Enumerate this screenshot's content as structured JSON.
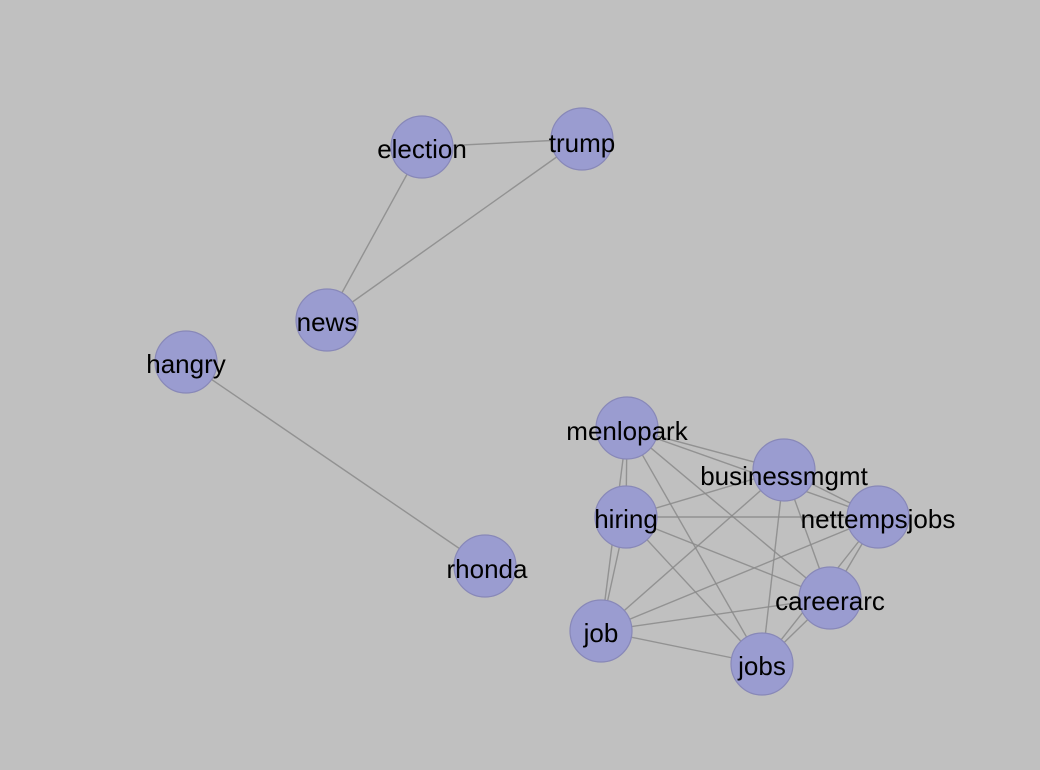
{
  "graph": {
    "type": "network",
    "style": {
      "background": "#c0c0c0",
      "node_fill": "#9a9cd0",
      "edge_color": "#8a8a8a"
    },
    "nodes": [
      {
        "id": "election",
        "label": "election"
      },
      {
        "id": "trump",
        "label": "trump"
      },
      {
        "id": "news",
        "label": "news"
      },
      {
        "id": "hangry",
        "label": "hangry"
      },
      {
        "id": "rhonda",
        "label": "rhonda"
      },
      {
        "id": "menlopark",
        "label": "menlopark"
      },
      {
        "id": "businessmgmt",
        "label": "businessmgmt"
      },
      {
        "id": "hiring",
        "label": "hiring"
      },
      {
        "id": "nettempsjobs",
        "label": "nettempsjobs"
      },
      {
        "id": "careerarc",
        "label": "careerarc"
      },
      {
        "id": "job",
        "label": "job"
      },
      {
        "id": "jobs",
        "label": "jobs"
      }
    ],
    "edges": [
      [
        "election",
        "trump"
      ],
      [
        "election",
        "news"
      ],
      [
        "trump",
        "news"
      ],
      [
        "hangry",
        "rhonda"
      ],
      [
        "menlopark",
        "businessmgmt"
      ],
      [
        "menlopark",
        "hiring"
      ],
      [
        "menlopark",
        "nettempsjobs"
      ],
      [
        "menlopark",
        "careerarc"
      ],
      [
        "menlopark",
        "job"
      ],
      [
        "menlopark",
        "jobs"
      ],
      [
        "businessmgmt",
        "hiring"
      ],
      [
        "businessmgmt",
        "nettempsjobs"
      ],
      [
        "businessmgmt",
        "careerarc"
      ],
      [
        "businessmgmt",
        "job"
      ],
      [
        "businessmgmt",
        "jobs"
      ],
      [
        "hiring",
        "nettempsjobs"
      ],
      [
        "hiring",
        "careerarc"
      ],
      [
        "hiring",
        "job"
      ],
      [
        "hiring",
        "jobs"
      ],
      [
        "nettempsjobs",
        "careerarc"
      ],
      [
        "nettempsjobs",
        "job"
      ],
      [
        "nettempsjobs",
        "jobs"
      ],
      [
        "careerarc",
        "job"
      ],
      [
        "careerarc",
        "jobs"
      ],
      [
        "job",
        "jobs"
      ]
    ]
  }
}
